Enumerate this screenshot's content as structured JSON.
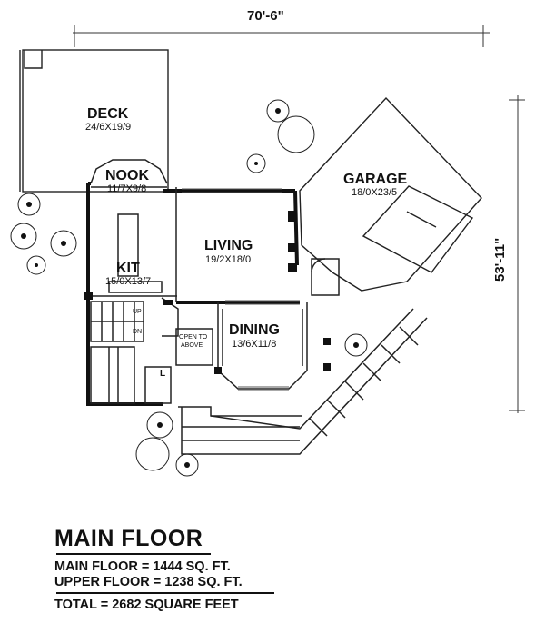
{
  "dimensions": {
    "width": "70'-6\"",
    "depth": "53'-11\""
  },
  "rooms": {
    "deck": {
      "name": "DECK",
      "size": "24/6X19/9"
    },
    "nook": {
      "name": "NOOK",
      "size": "11/7X9/8"
    },
    "kit": {
      "name": "KIT",
      "size": "15/0X13/7"
    },
    "living": {
      "name": "LIVING",
      "size": "19/2X18/0"
    },
    "garage": {
      "name": "GARAGE",
      "size": "18/0X23/5"
    },
    "dining": {
      "name": "DINING",
      "size": "13/6X11/8"
    }
  },
  "labels": {
    "open_to_above_1": "OPEN TO",
    "open_to_above_2": "ABOVE",
    "up": "UP",
    "dn": "DN",
    "laundry": "L"
  },
  "summary": {
    "title": "MAIN FLOOR",
    "main_floor": "MAIN FLOOR = 1444 SQ. FT.",
    "upper_floor": "UPPER FLOOR = 1238 SQ. FT.",
    "total": "TOTAL = 2682 SQUARE FEET"
  }
}
